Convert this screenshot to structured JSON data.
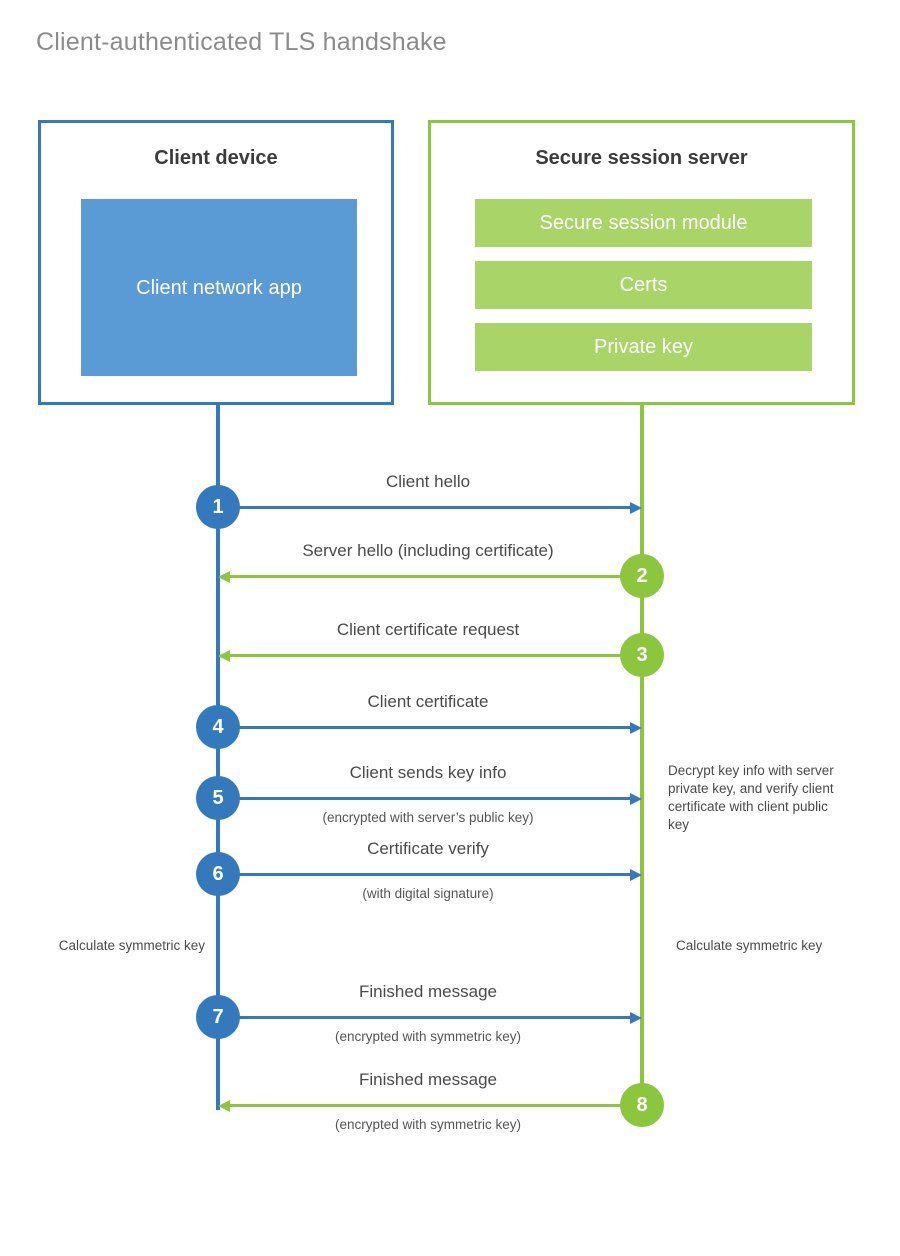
{
  "diagram": {
    "title": "Client-authenticated TLS handshake",
    "colors": {
      "client_blue": "#3479bb",
      "client_app_fill": "#5b9bd5",
      "server_green": "#8cc63e",
      "server_bar_fill": "#a9d468",
      "title_gray": "#8b8b8b",
      "text_gray": "#4a4a4a",
      "background": "#ffffff"
    }
  },
  "client": {
    "title": "Client device",
    "app_label": "Client network app"
  },
  "server": {
    "title": "Secure session server",
    "bars": [
      {
        "label": "Secure session module"
      },
      {
        "label": "Certs"
      },
      {
        "label": "Private key"
      }
    ]
  },
  "steps": [
    {
      "number": "1",
      "label": "Client hello",
      "sublabel": "",
      "direction": "client-to-server",
      "side": "client",
      "color": "#3479bb"
    },
    {
      "number": "2",
      "label": "Server hello (including certificate)",
      "sublabel": "",
      "direction": "server-to-client",
      "side": "server",
      "color": "#8cc63e"
    },
    {
      "number": "3",
      "label": "Client certificate request",
      "sublabel": "",
      "direction": "server-to-client",
      "side": "server",
      "color": "#8cc63e"
    },
    {
      "number": "4",
      "label": "Client certificate",
      "sublabel": "",
      "direction": "client-to-server",
      "side": "client",
      "color": "#3479bb"
    },
    {
      "number": "5",
      "label": "Client sends key info",
      "sublabel": "(encrypted with server’s public key)",
      "direction": "client-to-server",
      "side": "client",
      "color": "#3479bb"
    },
    {
      "number": "6",
      "label": "Certificate verify",
      "sublabel": "(with digital signature)",
      "direction": "client-to-server",
      "side": "client",
      "color": "#3479bb"
    },
    {
      "number": "7",
      "label": "Finished message",
      "sublabel": "(encrypted with symmetric key)",
      "direction": "client-to-server",
      "side": "client",
      "color": "#3479bb"
    },
    {
      "number": "8",
      "label": "Finished message",
      "sublabel": "(encrypted with symmetric key)",
      "direction": "server-to-client",
      "side": "server",
      "color": "#8cc63e"
    }
  ],
  "annotations": {
    "server_decrypt": "Decrypt key info with server private key, and verify client certificate with client public key",
    "client_calculate": "Calculate symmetric key",
    "server_calculate": "Calculate symmetric key"
  }
}
